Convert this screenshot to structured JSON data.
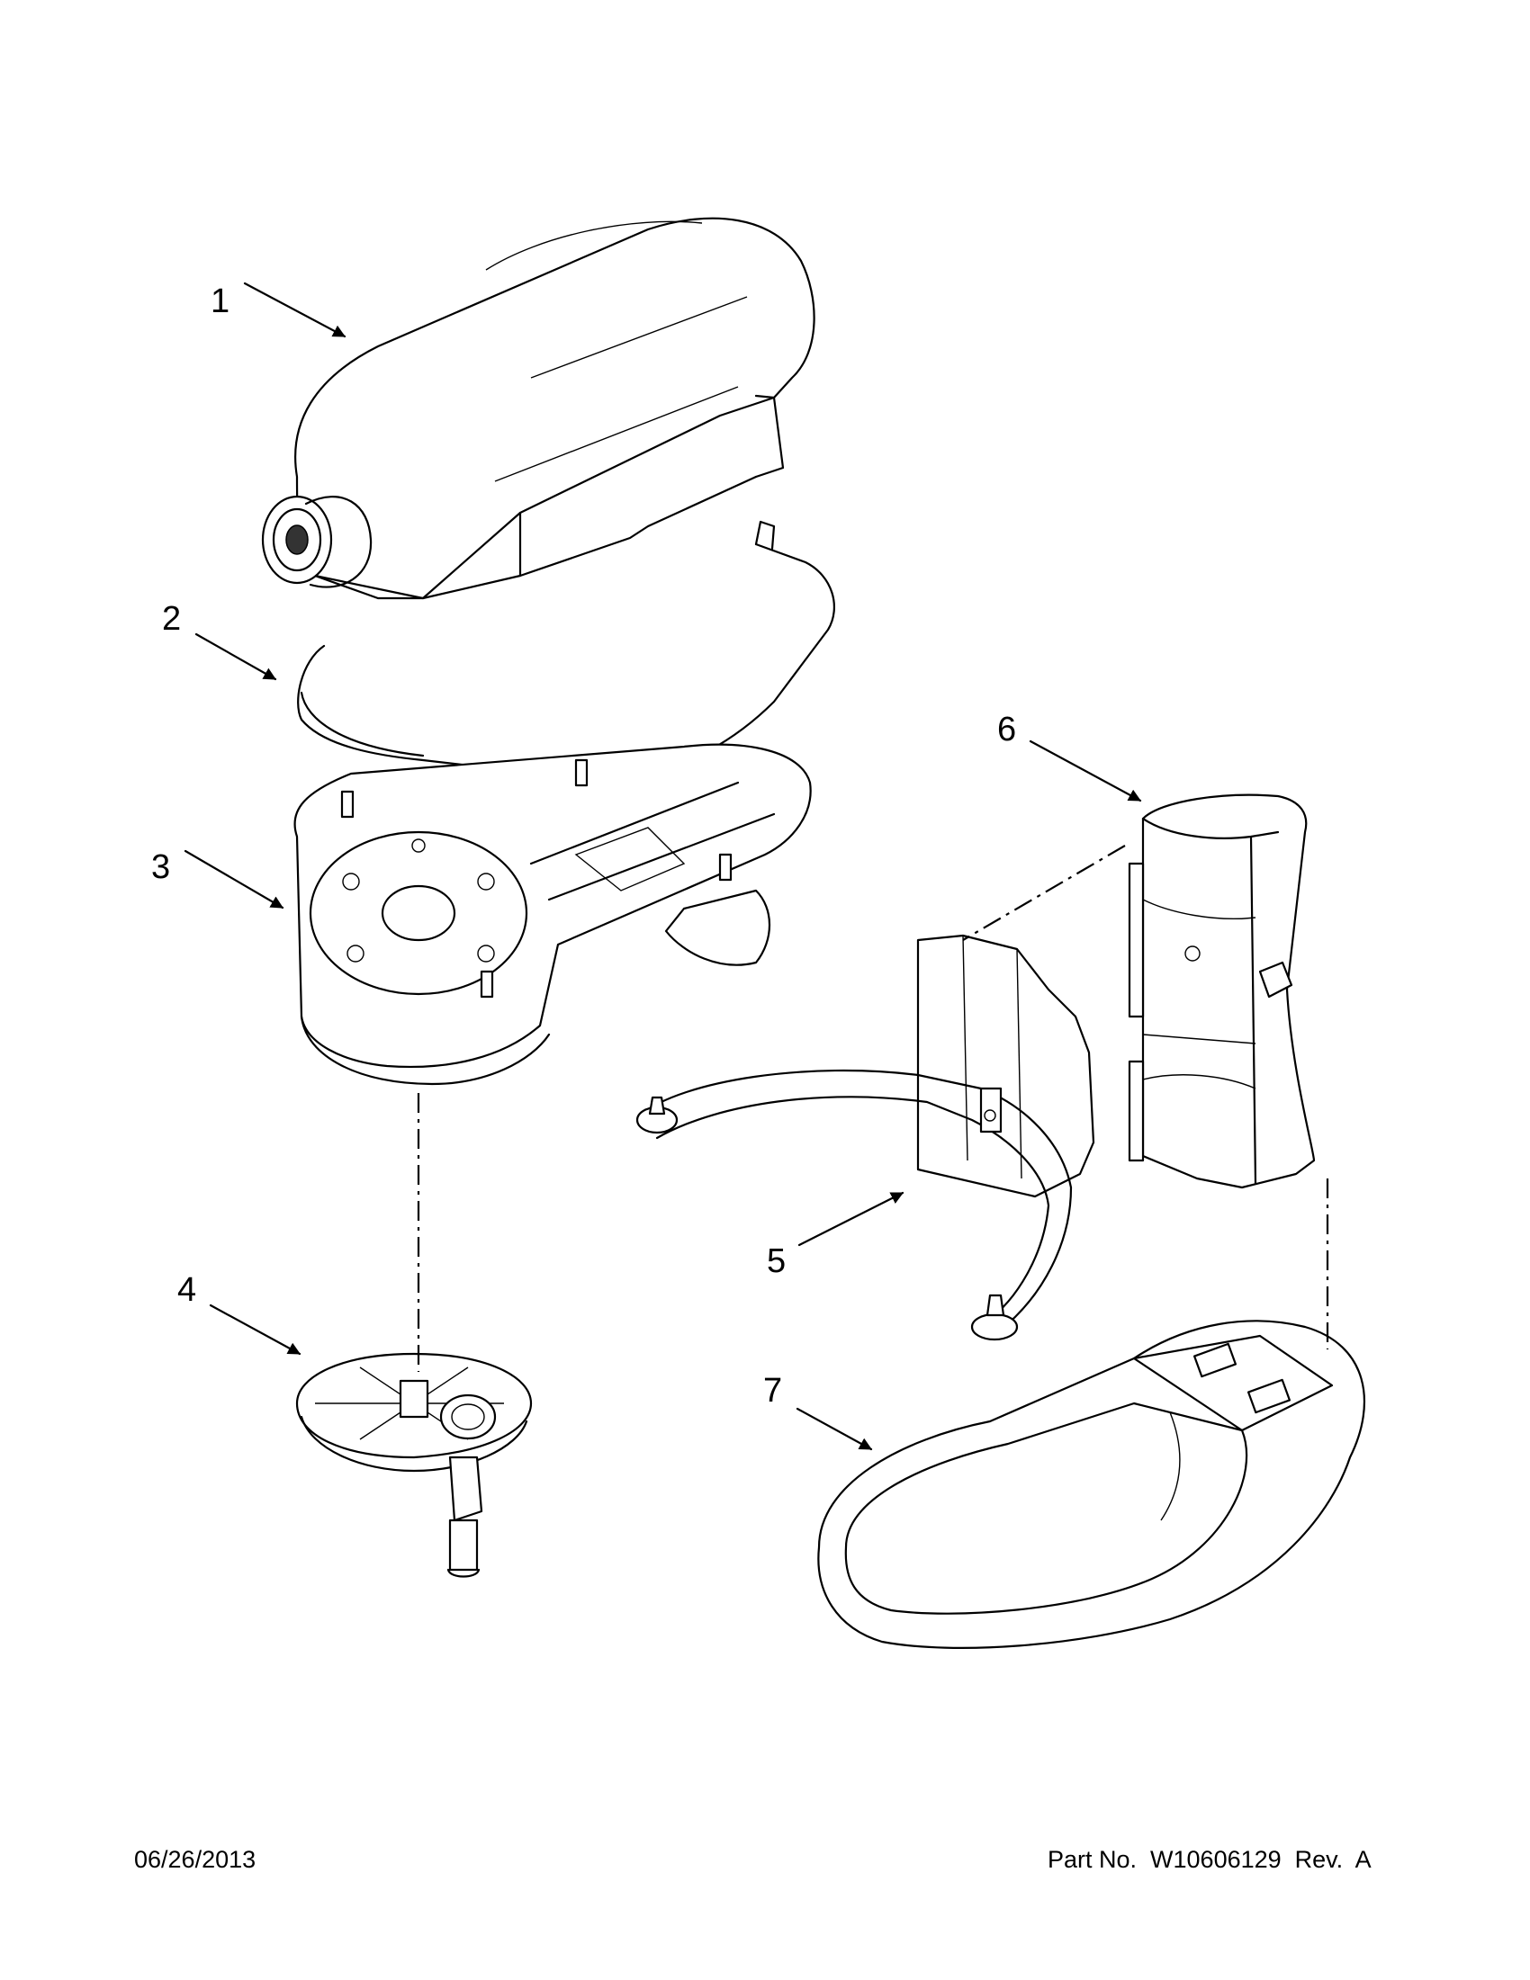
{
  "callouts": [
    "1",
    "2",
    "3",
    "4",
    "5",
    "6",
    "7"
  ],
  "footer": {
    "date": "06/26/2013",
    "part_number": "Part No.  W10606129  Rev.  A"
  }
}
